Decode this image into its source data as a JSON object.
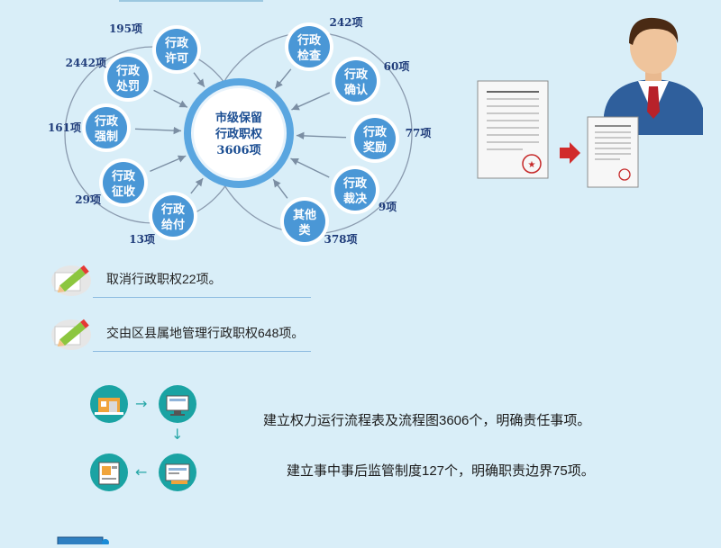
{
  "center": {
    "line1": "市级保留",
    "line2": "行政职权",
    "line3": "3606项"
  },
  "categories": [
    {
      "key": "xuke",
      "line1": "行政",
      "line2": "许可",
      "count": "195项"
    },
    {
      "key": "chufa",
      "line1": "行政",
      "line2": "处罚",
      "count": "2442项"
    },
    {
      "key": "qiangzhi",
      "line1": "行政",
      "line2": "强制",
      "count": "161项"
    },
    {
      "key": "zhengshou",
      "line1": "行政",
      "line2": "征收",
      "count": "29项"
    },
    {
      "key": "geifu",
      "line1": "行政",
      "line2": "给付",
      "count": "13项"
    },
    {
      "key": "qita",
      "line1": "其他",
      "line2": "类",
      "count": "378项"
    },
    {
      "key": "caijue",
      "line1": "行政",
      "line2": "裁决",
      "count": "9项"
    },
    {
      "key": "jiangli",
      "line1": "行政",
      "line2": "奖励",
      "count": "77项"
    },
    {
      "key": "queren",
      "line1": "行政",
      "line2": "确认",
      "count": "60项"
    },
    {
      "key": "jiancha",
      "line1": "行政",
      "line2": "检查",
      "count": "242项"
    }
  ],
  "notes": [
    {
      "text": "取消行政职权22项。"
    },
    {
      "text": "交由区县属地管理行政职权648项。"
    }
  ],
  "flow": [
    {
      "text": "建立权力运行流程表及流程图3606个，明确责任事项。"
    },
    {
      "text": "建立事中事后监管制度127个，明确职责边界75项。"
    }
  ],
  "colors": {
    "bubble": "#4a97d6",
    "center_ring": "#5aa6e0",
    "teal": "#1aa3a3",
    "background": "#d9eef8"
  }
}
